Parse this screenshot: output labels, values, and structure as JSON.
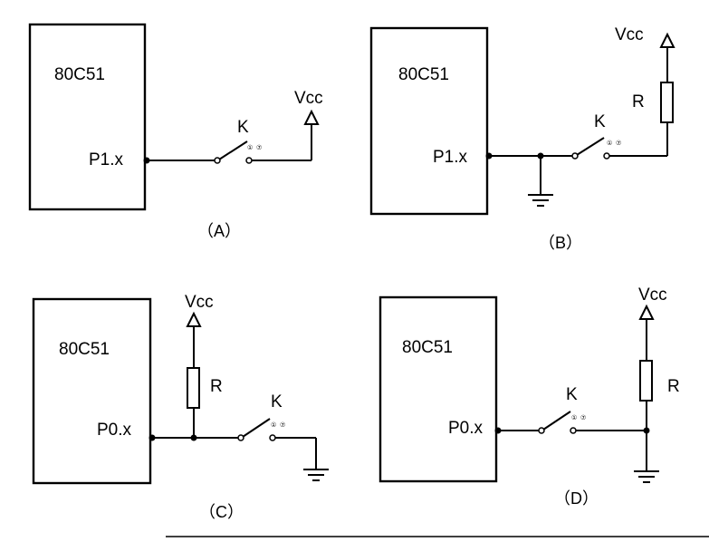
{
  "panels": {
    "a": {
      "chip": "80C51",
      "pin": "P1.x",
      "switch": "K",
      "supply": "Vcc",
      "caption": "（A）"
    },
    "b": {
      "chip": "80C51",
      "pin": "P1.x",
      "switch": "K",
      "supply": "Vcc",
      "resistor": "R",
      "caption": "（B）"
    },
    "c": {
      "chip": "80C51",
      "pin": "P0.x",
      "switch": "K",
      "supply": "Vcc",
      "resistor": "R",
      "caption": "（C）"
    },
    "d": {
      "chip": "80C51",
      "pin": "P0.x",
      "switch": "K",
      "supply": "Vcc",
      "resistor": "R",
      "caption": "（D）"
    }
  },
  "switch_symbols": {
    "left": "①",
    "right": "⑦"
  }
}
